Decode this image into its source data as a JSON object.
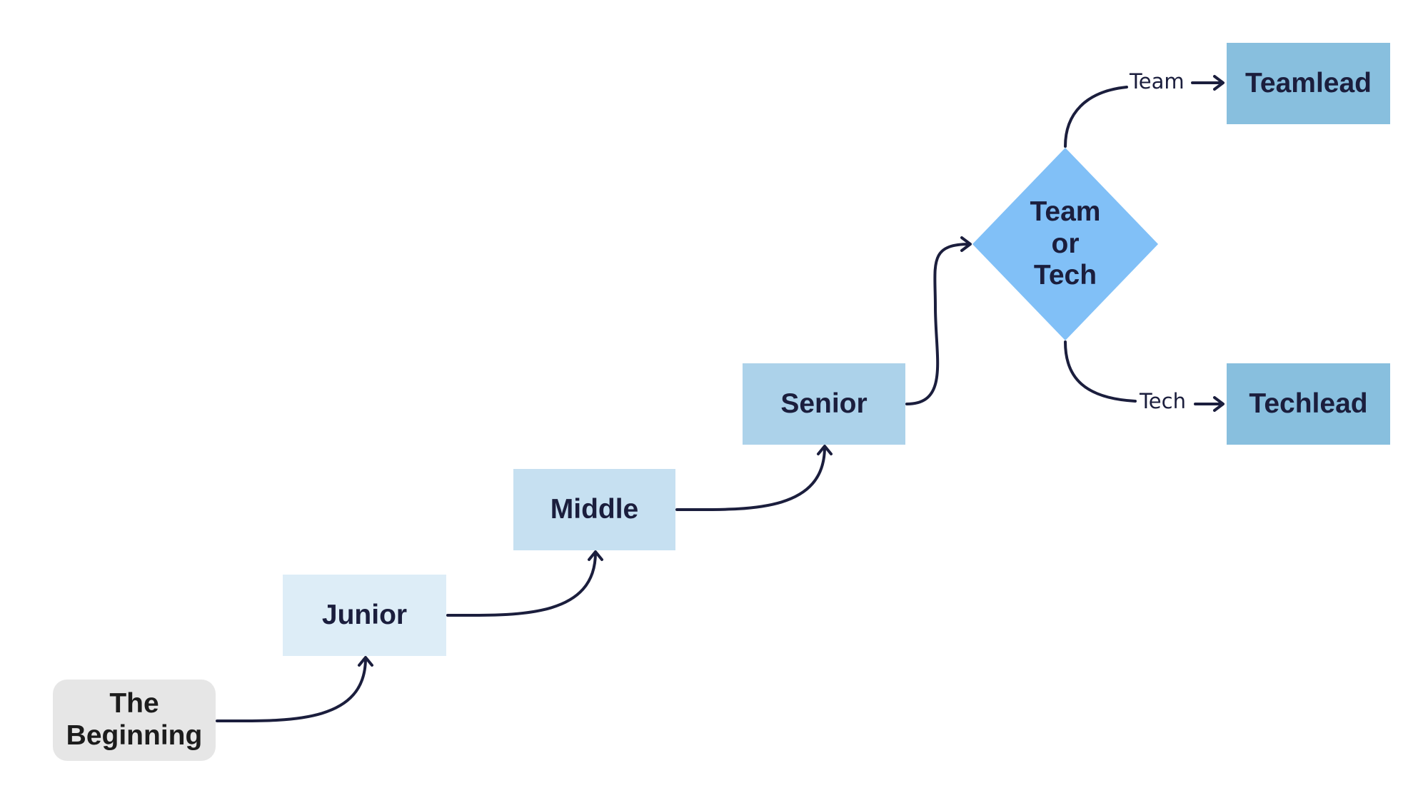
{
  "diagram": {
    "nodes": {
      "start": {
        "line1": "The",
        "line2": "Beginning"
      },
      "junior": "Junior",
      "middle": "Middle",
      "senior": "Senior",
      "decision": {
        "line1": "Team",
        "line2": "or",
        "line3": "Tech"
      },
      "teamlead": "Teamlead",
      "techlead": "Techlead"
    },
    "edge_labels": {
      "team": "Team",
      "tech": "Tech"
    },
    "colors": {
      "start_fill": "#e6e6e6",
      "junior_fill": "#ddedf7",
      "middle_fill": "#c6e0f1",
      "senior_fill": "#acd2ea",
      "decision_fill": "#81c0f7",
      "lead_fill": "#88bfde",
      "connector": "#1b1e3d"
    }
  }
}
